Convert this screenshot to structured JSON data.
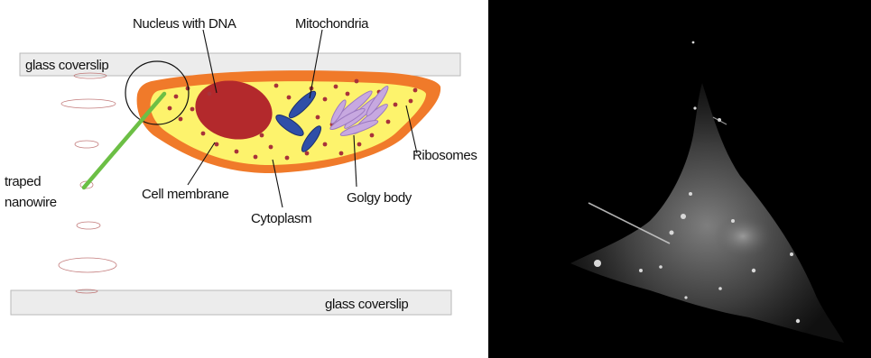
{
  "labels": {
    "glass_top": "glass coverslip",
    "glass_bottom": "glass coverslip",
    "nucleus": "Nucleus with DNA",
    "mitochondria": "Mitochondria",
    "ribosomes": "Ribosomes",
    "golgy": "Golgy body",
    "cytoplasm": "Cytoplasm",
    "membrane": "Cell membrane",
    "nanowire_line1": "traped",
    "nanowire_line2": "nanowire"
  },
  "colors": {
    "membrane": "#f07a2a",
    "cytoplasm": "#fdf36c",
    "nucleus": "#b3292c",
    "ribosome": "#a8323a",
    "mitochondria": "#2f4fa8",
    "golgi": "#c7a8e0",
    "nanowire": "#6cbf45",
    "coverslip_fill": "#ececec",
    "coverslip_stroke": "#b9b9b9",
    "micrograph_bg": "#000000"
  }
}
